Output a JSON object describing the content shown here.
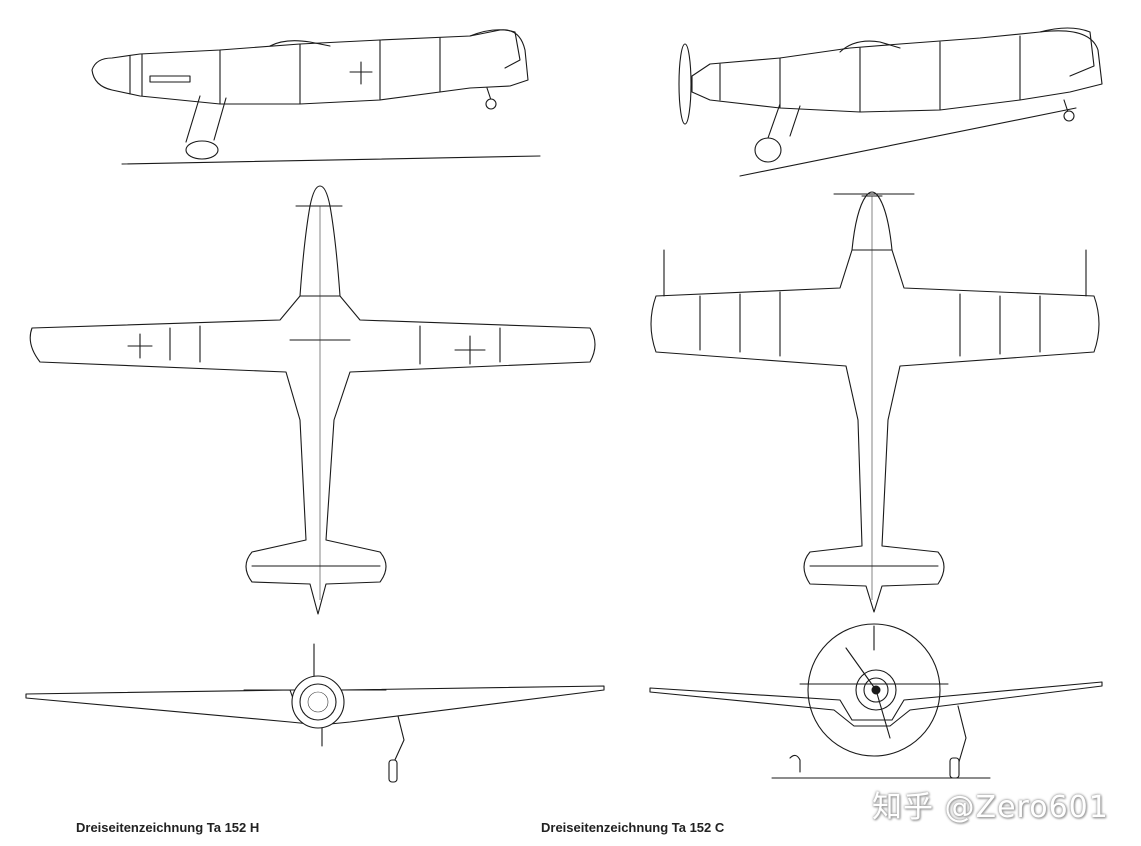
{
  "captions": {
    "left": "Dreiseitenzeichnung Ta 152 H",
    "right": "Dreiseitenzeichnung Ta 152 C"
  },
  "watermark": "知乎 @Zero601",
  "views": {
    "left": [
      "side-view",
      "top-view",
      "front-view"
    ],
    "right": [
      "side-view",
      "top-view",
      "front-view"
    ]
  },
  "colors": {
    "ink": "#1a1a1a",
    "paper": "#ffffff"
  }
}
